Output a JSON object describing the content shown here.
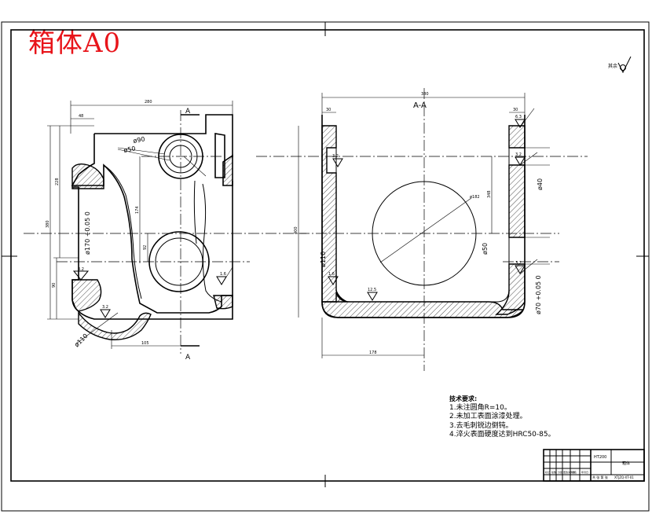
{
  "title_stamp": "箱体A0",
  "section_label": "A",
  "section_view_label": "A-A",
  "roughness_note": "其余",
  "left_view": {
    "dims": {
      "overall_width": "280",
      "left_offset": "48",
      "overall_height": "380",
      "upper_height": "228",
      "lower_height": "90",
      "center_dist": "174",
      "small_dist": "92",
      "bottom_offset": "105"
    },
    "callouts": [
      "ø90",
      "ø50",
      "ø170 +0.05 0",
      "ø110"
    ],
    "roughness": [
      "3.2",
      "3.2",
      "3.2",
      "1.6"
    ]
  },
  "right_view": {
    "dims": {
      "overall_width": "380",
      "wall_left": "30",
      "wall_right": "30",
      "overall_height": "400",
      "inner_height": "348",
      "bottom_width": "178"
    },
    "callouts": [
      "ø40",
      "ø50",
      "ø110",
      "ø70 +0.05 0",
      "ø182"
    ],
    "roughness": [
      "6.3",
      "3.2",
      "3.2",
      "1.6",
      "3.2",
      "12.5"
    ]
  },
  "tech_requirements": {
    "heading": "技术要求:",
    "items": [
      "1.未注圆角R=10。",
      "2.未加工表面涂漆处理。",
      "3.去毛刺锐边倒钝。",
      "4.淬火表面硬度达到HRC50-85。"
    ]
  },
  "title_block": {
    "material": "HT200",
    "part_name": "箱体",
    "drawing_no": "XTJZQ-XT-01",
    "scale_text": "共 张 第 张",
    "labels": [
      "标记",
      "处数",
      "分区",
      "更改文件号",
      "签名",
      "年月日"
    ]
  }
}
